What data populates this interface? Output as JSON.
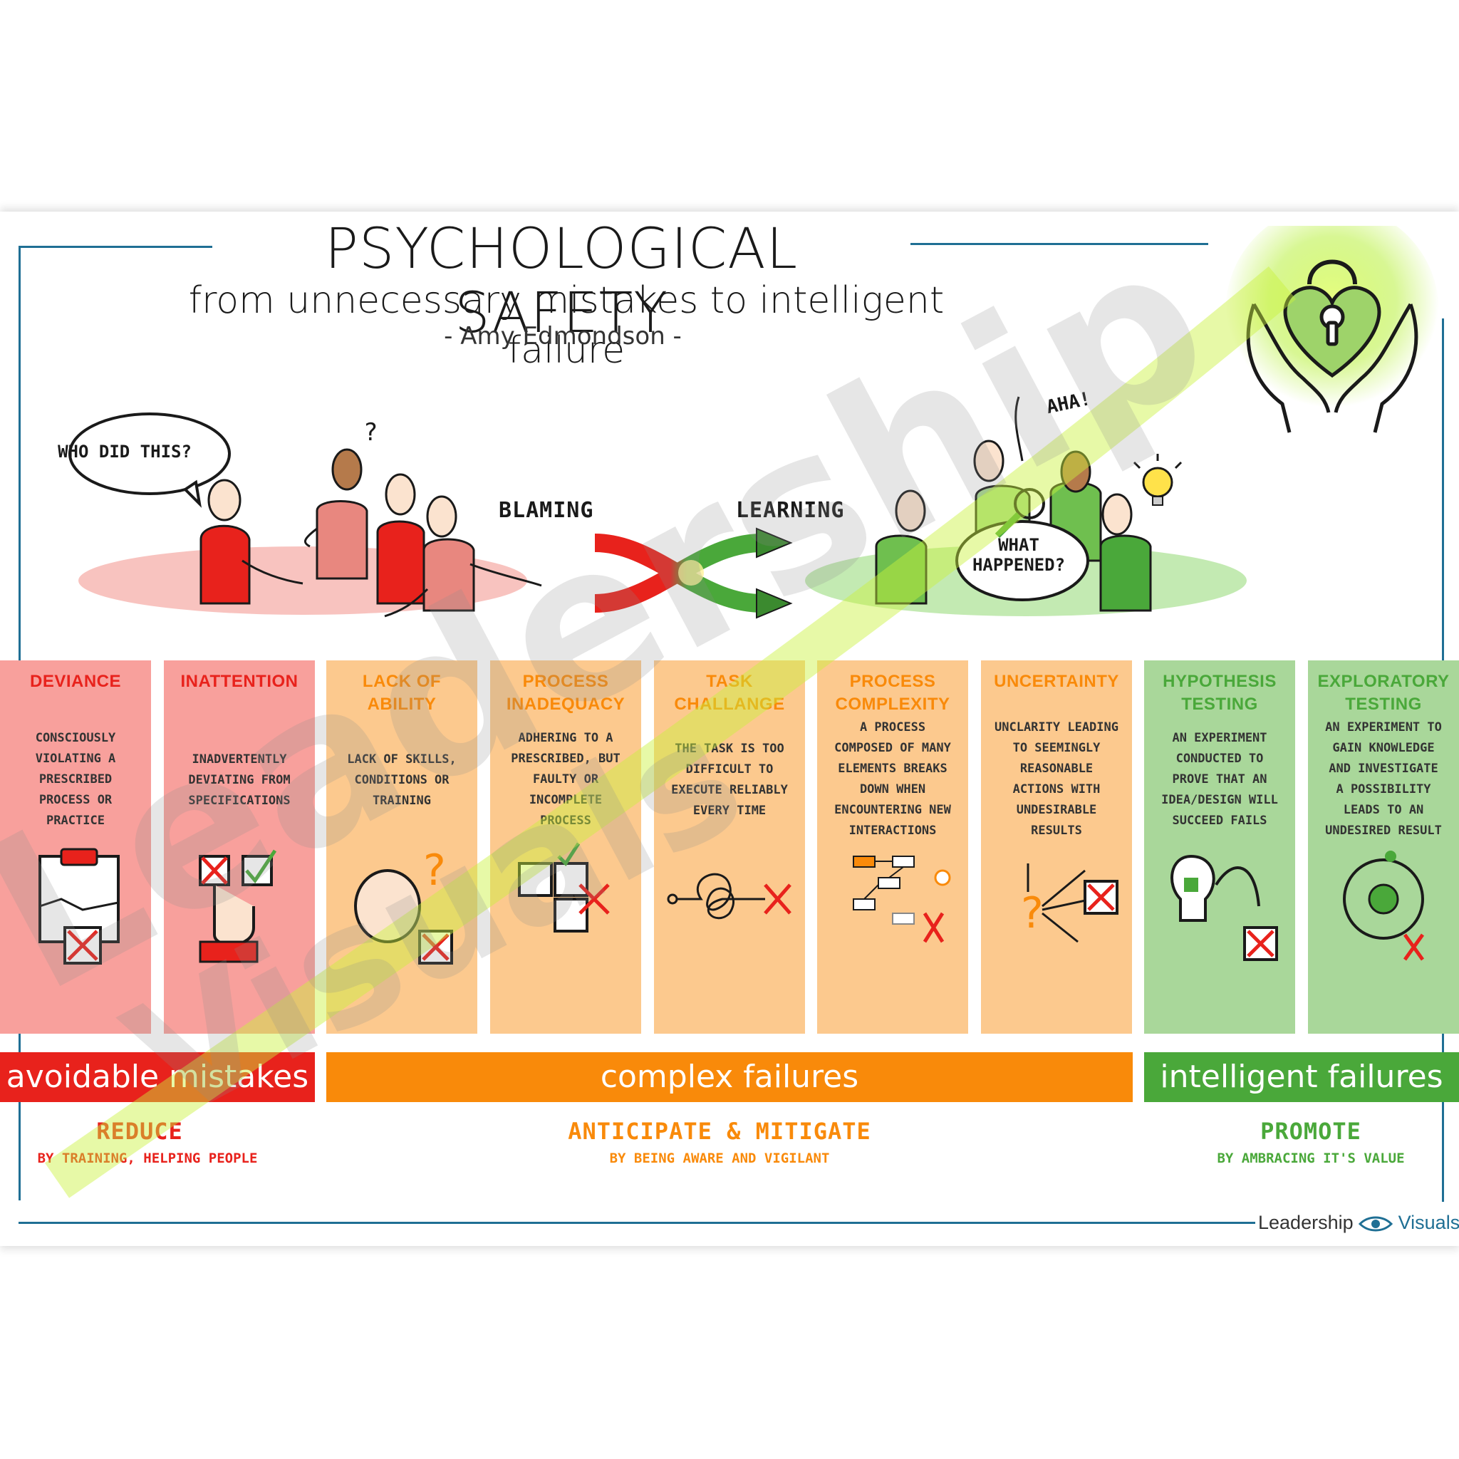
{
  "header": {
    "title": "PSYCHOLOGICAL SAFETY",
    "subtitle": "from unnecessary mistakes to intelligent failure",
    "author": "- Amy Edmondson -"
  },
  "scene": {
    "left_bubble": "WHO DID THIS?",
    "question_mark": "?",
    "blaming_label": "BLAMING",
    "learning_label": "LEARNING",
    "right_bubble_line1": "WHAT",
    "right_bubble_line2": "HAPPENED?",
    "aha": "AHA!"
  },
  "columns": [
    {
      "title": [
        "DEVIANCE"
      ],
      "desc": [
        "CONSCIOUSLY",
        "VIOLATING A",
        "PRESCRIBED",
        "PROCESS OR",
        "PRACTICE"
      ],
      "icon": "torn-document-icon"
    },
    {
      "title": [
        "INATTENTION"
      ],
      "desc": [
        "INADVERTENTLY",
        "DEVIATING FROM",
        "SPECIFICATIONS"
      ],
      "icon": "wrong-checkbox-icon"
    },
    {
      "title": [
        "LACK OF",
        "ABILITY"
      ],
      "desc": [
        "LACK OF SKILLS,",
        "CONDITIONS OR",
        "TRAINING"
      ],
      "icon": "confused-head-icon"
    },
    {
      "title": [
        "PROCESS",
        "INADEQUACY"
      ],
      "desc": [
        "ADHERING TO A",
        "PRESCRIBED, BUT",
        "FAULTY OR",
        "INCOMPLETE",
        "PROCESS"
      ],
      "icon": "puzzle-icon"
    },
    {
      "title": [
        "TASK",
        "CHALLANGE"
      ],
      "desc": [
        "THE TASK IS TOO",
        "DIFFICULT TO",
        "EXECUTE RELIABLY",
        "EVERY TIME"
      ],
      "icon": "tangle-icon"
    },
    {
      "title": [
        "PROCESS",
        "COMPLEXITY"
      ],
      "desc": [
        "A PROCESS",
        "COMPOSED OF MANY",
        "ELEMENTS BREAKS",
        "DOWN WHEN",
        "ENCOUNTERING NEW",
        "INTERACTIONS"
      ],
      "icon": "flowchart-icon"
    },
    {
      "title": [
        "UNCERTAINTY"
      ],
      "desc": [
        "UNCLARITY LEADING",
        "TO SEEMINGLY",
        "REASONABLE",
        "ACTIONS WITH",
        "UNDESIRABLE",
        "RESULTS"
      ],
      "icon": "scatter-arrows-icon"
    },
    {
      "title": [
        "HYPOTHESIS",
        "TESTING"
      ],
      "desc": [
        "AN EXPERIMENT",
        "CONDUCTED TO",
        "PROVE THAT AN",
        "IDEA/DESIGN WILL",
        "SUCCEED FAILS"
      ],
      "icon": "lightbulb-icon"
    },
    {
      "title": [
        "EXPLORATORY",
        "TESTING"
      ],
      "desc": [
        "AN EXPERIMENT TO",
        "GAIN KNOWLEDGE",
        "AND  INVESTIGATE",
        "A POSSIBILITY",
        "LEADS TO AN",
        "UNDESIRED RESULT"
      ],
      "icon": "gear-cycle-icon"
    }
  ],
  "bands": {
    "avoidable": "avoidable mistakes",
    "complex": "complex failures",
    "intelligent": "intelligent failures"
  },
  "actions": {
    "reduce": "REDUCE",
    "reduce_sub": "BY TRAINING, HELPING PEOPLE",
    "anticipate": "ANTICIPATE & MITIGATE",
    "anticipate_sub": "BY BEING AWARE AND VIGILANT",
    "promote": "PROMOTE",
    "promote_sub": "BY AMBRACING IT'S VALUE"
  },
  "brand": {
    "part1": "Leadership",
    "part2": "Visuals"
  },
  "watermark": {
    "line1": "Leadership",
    "line2": "Visuals"
  },
  "colors": {
    "red": "#e8221c",
    "red_light": "#f8a09c",
    "orange": "#f98a0a",
    "orange_light": "#fcc98e",
    "green": "#4aa83a",
    "green_light": "#a9d79a",
    "frame": "#1f6f94"
  }
}
